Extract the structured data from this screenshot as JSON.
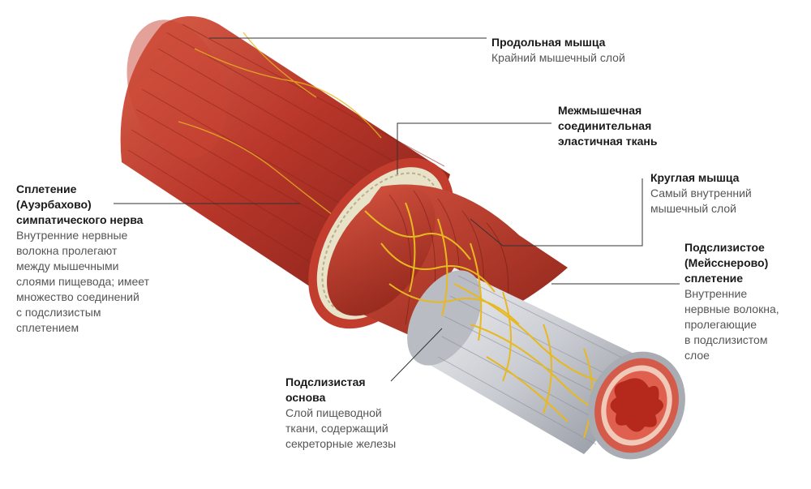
{
  "labels": {
    "longitudinal": {
      "title": "Продольная мышца",
      "desc": "Крайний мышечный слой"
    },
    "intermuscular": {
      "title": "Межмышечная\nсоединительная\nэластичная ткань",
      "desc": ""
    },
    "circular": {
      "title": "Круглая мышца",
      "desc": "Самый внутренний\nмышечный слой"
    },
    "meissner": {
      "title": "Подслизистое\n(Мейсснерово)\nсплетение",
      "desc": "Внутренние\nнервные волокна,\nпролегающие\nв подслизистом\nслое"
    },
    "auerbach": {
      "title": "Сплетение\n(Ауэрбахово)\nсимпатического нерва",
      "desc": "Внутренние нервные\nволокна пролегают\nмежду мышечными\nслоями пищевода; имеет\nмножество соединений\nс подслизистым\nсплетением"
    },
    "submucosa": {
      "title": "Подслизистая\nоснова",
      "desc": "Слой пищеводной\nткани, содержащий\nсекреторные железы"
    }
  },
  "colors": {
    "muscle": "#b8362a",
    "muscle_dark": "#7e1e16",
    "muscle_light": "#d95a45",
    "connective": "#e8e2c8",
    "submucosa": "#cfd1d6",
    "nerve": "#e8b820",
    "mucosa": "#e0604f",
    "leader_line": "#333333"
  }
}
